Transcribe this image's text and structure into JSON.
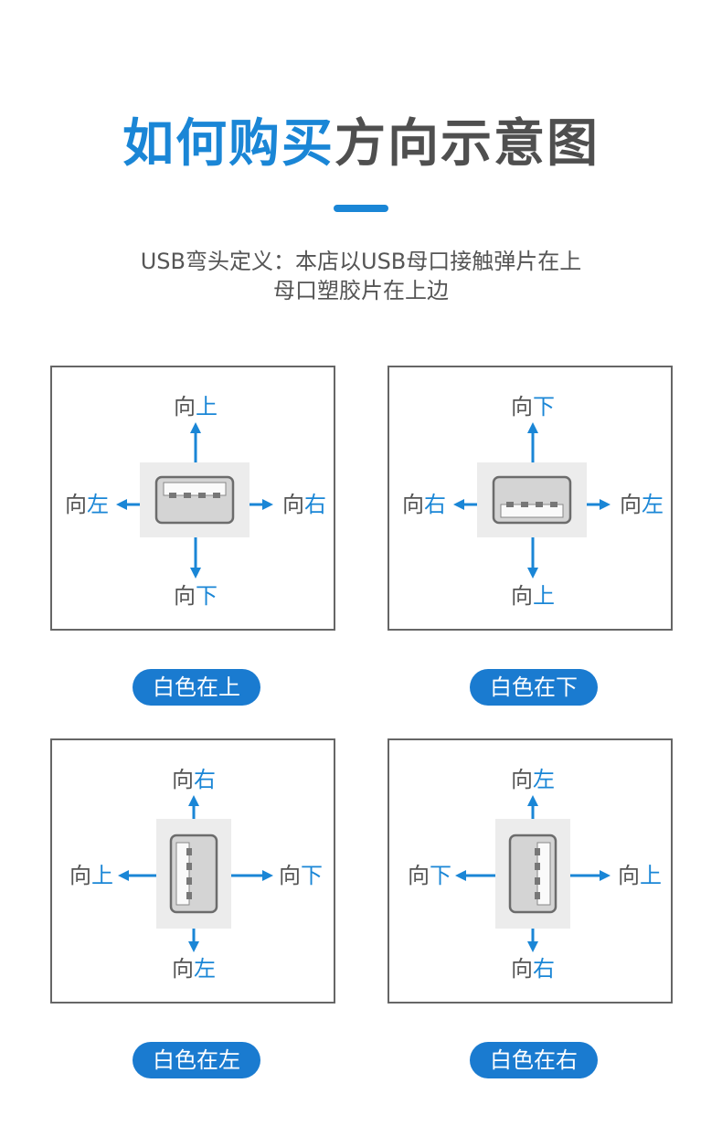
{
  "title": {
    "part_blue": "如何购买",
    "part_gray": "方向示意图"
  },
  "subtitle": {
    "line1": "USB弯头定义：本店以USB母口接触弹片在上",
    "line2": "母口塑胶片在上边"
  },
  "direction_prefix": "向",
  "panels": [
    {
      "top": "上",
      "bottom": "下",
      "left": "左",
      "right": "右",
      "caption": "白色在上"
    },
    {
      "top": "下",
      "bottom": "上",
      "left": "右",
      "right": "左",
      "caption": "白色在下"
    },
    {
      "top": "右",
      "bottom": "左",
      "left": "上",
      "right": "下",
      "caption": "白色在左"
    },
    {
      "top": "左",
      "bottom": "右",
      "left": "下",
      "right": "上",
      "caption": "白色在右"
    }
  ],
  "colors": {
    "accent": "#1a86d6",
    "pill": "#1a7bd0",
    "text": "#555555",
    "border": "#666666"
  },
  "icons": {
    "arrow": "arrow-icon",
    "usb_port": "usb-port-icon"
  }
}
